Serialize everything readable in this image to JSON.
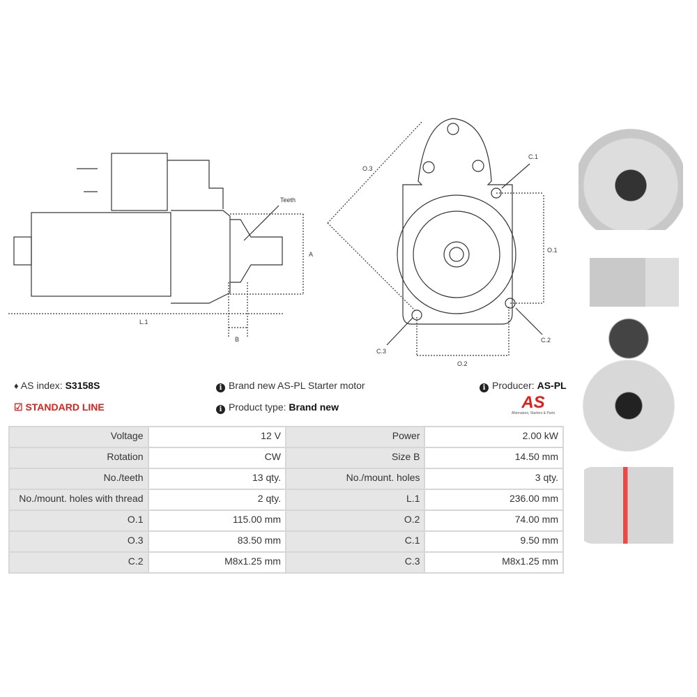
{
  "drawing": {
    "teeth": "Teeth",
    "a": "A",
    "l1": "L.1",
    "b": "B",
    "o3": "O.3",
    "c1": "C.1",
    "o1": "O.1",
    "c3": "C.3",
    "c2": "C.2",
    "o2": "O.2"
  },
  "info": {
    "as_index_label": "AS index:",
    "as_index": "S3158S",
    "standard_line": "STANDARD LINE",
    "description": "Brand new AS-PL Starter motor",
    "product_type_label": "Product type:",
    "product_type": "Brand new",
    "producer_label": "Producer:",
    "producer": "AS-PL",
    "logo_text": "AS",
    "logo_tagline": "Alternators, Starters & Parts"
  },
  "specs": [
    {
      "l1": "Voltage",
      "v1": "12 V",
      "l2": "Power",
      "v2": "2.00 kW"
    },
    {
      "l1": "Rotation",
      "v1": "CW",
      "l2": "Size B",
      "v2": "14.50 mm"
    },
    {
      "l1": "No./teeth",
      "v1": "13 qty.",
      "l2": "No./mount. holes",
      "v2": "3 qty."
    },
    {
      "l1": "No./mount. holes with thread",
      "v1": "2 qty.",
      "l2": "L.1",
      "v2": "236.00 mm"
    },
    {
      "l1": "O.1",
      "v1": "115.00 mm",
      "l2": "O.2",
      "v2": "74.00 mm"
    },
    {
      "l1": "O.3",
      "v1": "83.50 mm",
      "l2": "C.1",
      "v2": "9.50 mm"
    },
    {
      "l1": "C.2",
      "v1": "M8x1.25 mm",
      "l2": "C.3",
      "v2": "M8x1.25 mm"
    }
  ]
}
